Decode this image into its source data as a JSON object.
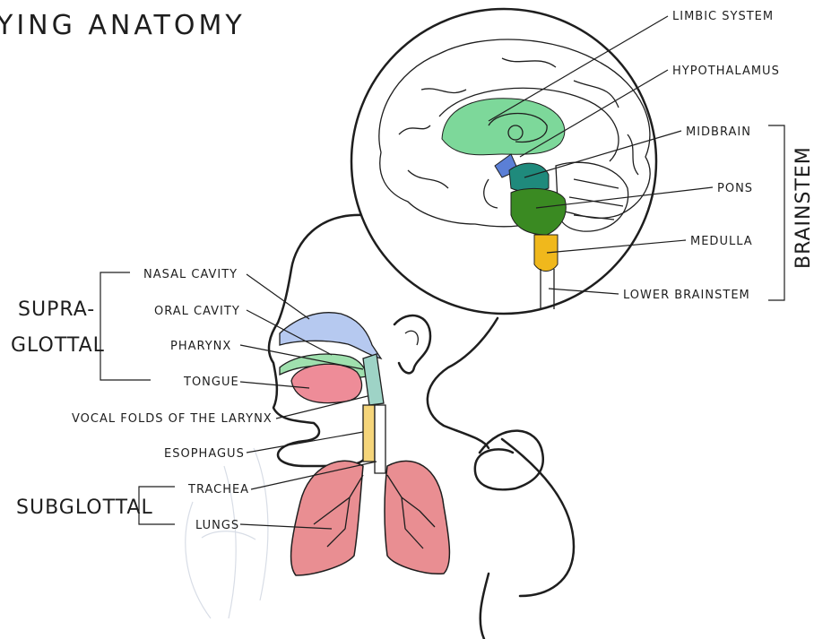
{
  "title": "YING ANATOMY",
  "brain_labels": {
    "limbic": "LIMBIC SYSTEM",
    "hypothalamus": "HYPOTHALAMUS",
    "midbrain": "MIDBRAIN",
    "pons": "PONS",
    "medulla": "MEDULLA",
    "lower_brainstem": "LOWER BRAINSTEM",
    "brainstem_group": "BRAINSTEM"
  },
  "body_labels": {
    "nasal_cavity": "NASAL CAVITY",
    "oral_cavity": "ORAL CAVITY",
    "pharynx": "PHARYNX",
    "tongue": "TONGUE",
    "vocal_folds": "VOCAL FOLDS OF THE LARYNX",
    "esophagus": "ESOPHAGUS",
    "trachea": "TRACHEA",
    "lungs": "LUNGS"
  },
  "groups": {
    "supra_line1": "SUPRA-",
    "supra_line2": "GLOTTAL",
    "subglottal": "SUBGLOTTAL"
  },
  "colors": {
    "limbic": "#7dd89a",
    "hypothalamus": "#5b7fd6",
    "midbrain": "#1f8a7c",
    "pons": "#3a8a22",
    "medulla": "#f0b81c",
    "nasal": "#b6c9f0",
    "oral": "#9fe0ae",
    "tongue": "#ee8c98",
    "pharynx": "#9ed3c6",
    "esophagus": "#f5d57a",
    "lungs": "#e98e92",
    "trachea": "#ffffff"
  }
}
